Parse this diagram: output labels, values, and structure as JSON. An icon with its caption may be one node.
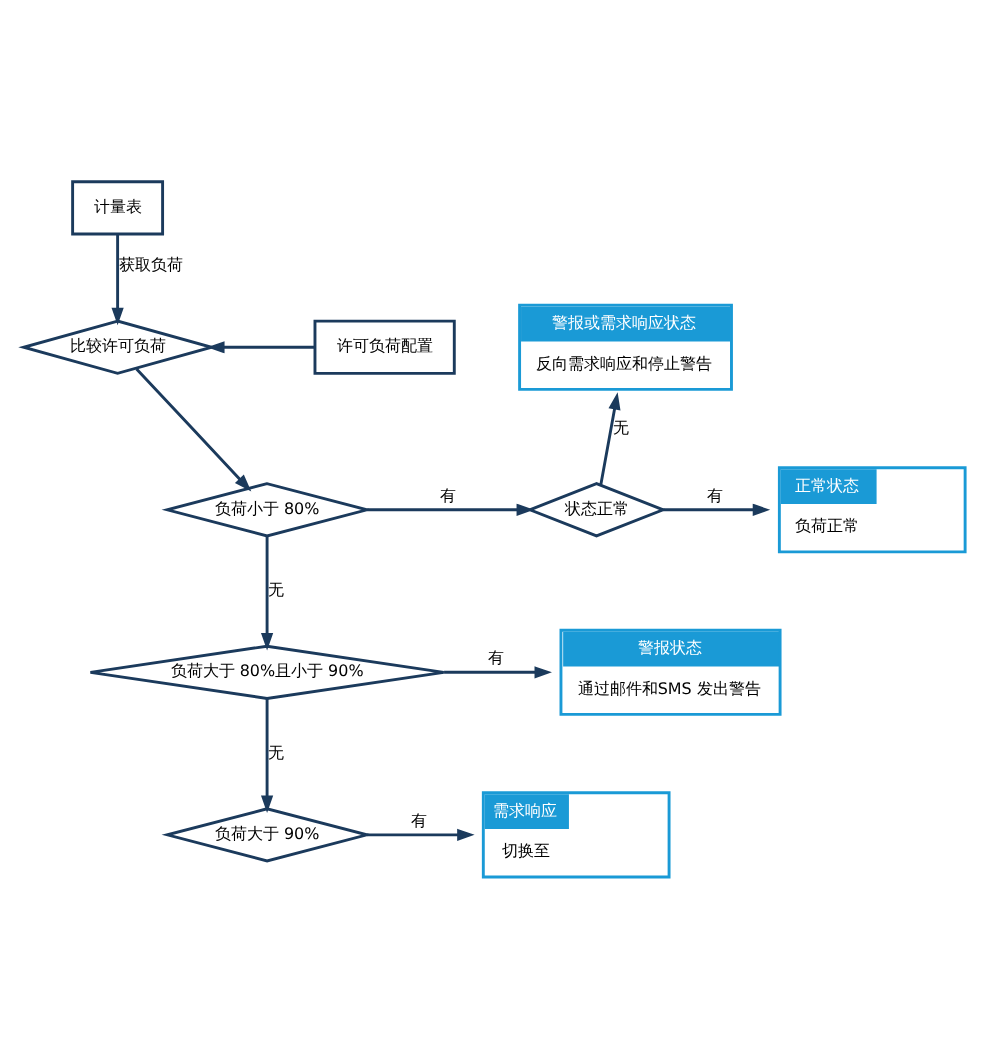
{
  "diagram": {
    "nodes": [
      {
        "text": [
          "计量表"
        ]
      },
      {
        "text": [
          "许可负荷配置"
        ]
      },
      {
        "text": [
          "比较许可负荷"
        ]
      },
      {
        "text": [
          "负荷小于 80%"
        ]
      },
      {
        "text": [
          "状态正常"
        ]
      },
      {
        "text": [
          "警报或需求响应状态",
          "反向需求响应和停止警告"
        ]
      },
      {
        "text": [
          "正常状态",
          "负荷正常"
        ]
      },
      {
        "text": [
          "负荷大于 80%且小于 90%"
        ]
      },
      {
        "text": [
          "警报状态",
          "通过邮件和SMS 发出警告"
        ]
      },
      {
        "text": [
          "负荷大于 90%"
        ]
      },
      {
        "text": [
          "需求响应",
          "切换至"
        ]
      }
    ],
    "edges": [
      {
        "from": 0,
        "to": 2,
        "arrow": "to",
        "label": "获取负荷"
      },
      {
        "from": 1,
        "to": 2,
        "arrow": "to"
      },
      {
        "from": 2,
        "to": 3,
        "arrow": "to"
      },
      {
        "from": 3,
        "to": 4,
        "arrow": "to",
        "label": "有"
      },
      {
        "from": 4,
        "to": 5,
        "arrow": "to",
        "label": "无"
      },
      {
        "from": 4,
        "to": 6,
        "arrow": "to",
        "label": "有"
      },
      {
        "from": 3,
        "to": 7,
        "arrow": "to",
        "label": "无"
      },
      {
        "from": 7,
        "to": 8,
        "arrow": "to",
        "label": "有"
      },
      {
        "from": 7,
        "to": 9,
        "arrow": "to",
        "label": "无"
      },
      {
        "from": 9,
        "to": 10,
        "arrow": "to",
        "label": "有"
      }
    ]
  }
}
